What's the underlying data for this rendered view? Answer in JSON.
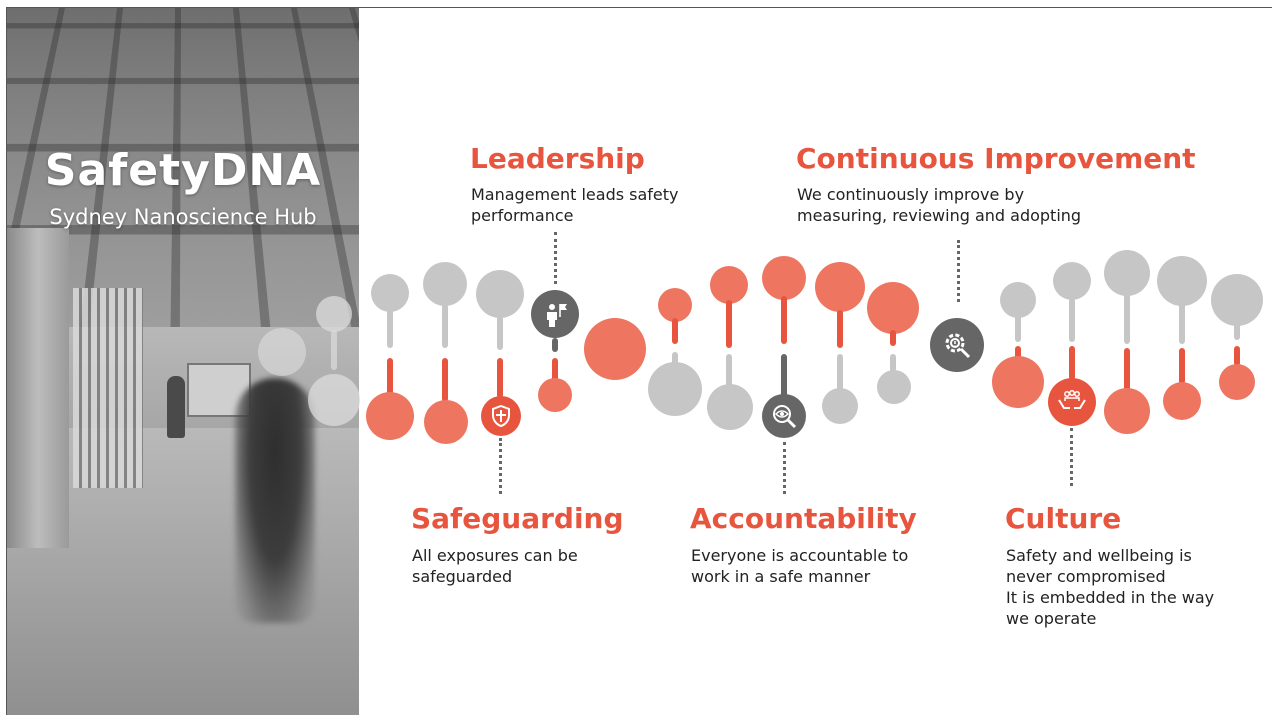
{
  "brand": {
    "title": "SafetyDNA",
    "subtitle": "Sydney Nanoscience Hub"
  },
  "colors": {
    "accent": "#E8553E",
    "accent_light": "#EE7560",
    "grey_node": "#C6C6C6",
    "grey_dark_icon": "#666666"
  },
  "pillars": [
    {
      "id": "leadership",
      "title": "Leadership",
      "description": "Management leads safety\nperformance",
      "icon": "leader-flag-icon"
    },
    {
      "id": "safeguarding",
      "title": "Safeguarding",
      "description": "All exposures can be\nsafeguarded",
      "icon": "shield-icon"
    },
    {
      "id": "continuous",
      "title": "Continuous Improvement",
      "description": "We continuously improve by\nmeasuring, reviewing and adopting",
      "icon": "gear-search-icon"
    },
    {
      "id": "accountability",
      "title": "Accountability",
      "description": "Everyone is accountable to\nwork in a safe manner",
      "icon": "eye-magnifier-icon"
    },
    {
      "id": "culture",
      "title": "Culture",
      "description": "Safety and wellbeing is\nnever compromised\nIt is embedded in the way\nwe operate",
      "icon": "hands-people-icon"
    }
  ]
}
